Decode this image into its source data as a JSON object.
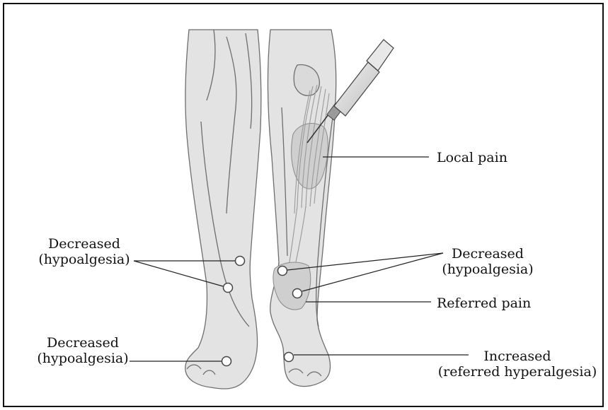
{
  "labels": {
    "local_pain": "Local pain",
    "left_upper_line1": "Decreased",
    "left_upper_line2": "(hypoalgesia)",
    "left_lower_line1": "Decreased",
    "left_lower_line2": "(hypoalgesia)",
    "right_mid_line1": "Decreased",
    "right_mid_line2": "(hypoalgesia)",
    "referred_pain": "Referred pain",
    "right_lower_line1": "Increased",
    "right_lower_line2": "(referred hyperalgesia)"
  },
  "colors": {
    "skin": "#e3e3e3",
    "outline": "#6e6e6e",
    "muscle": "#b9b9b9",
    "highlight": "#cfcfcf",
    "text": "#111111"
  }
}
